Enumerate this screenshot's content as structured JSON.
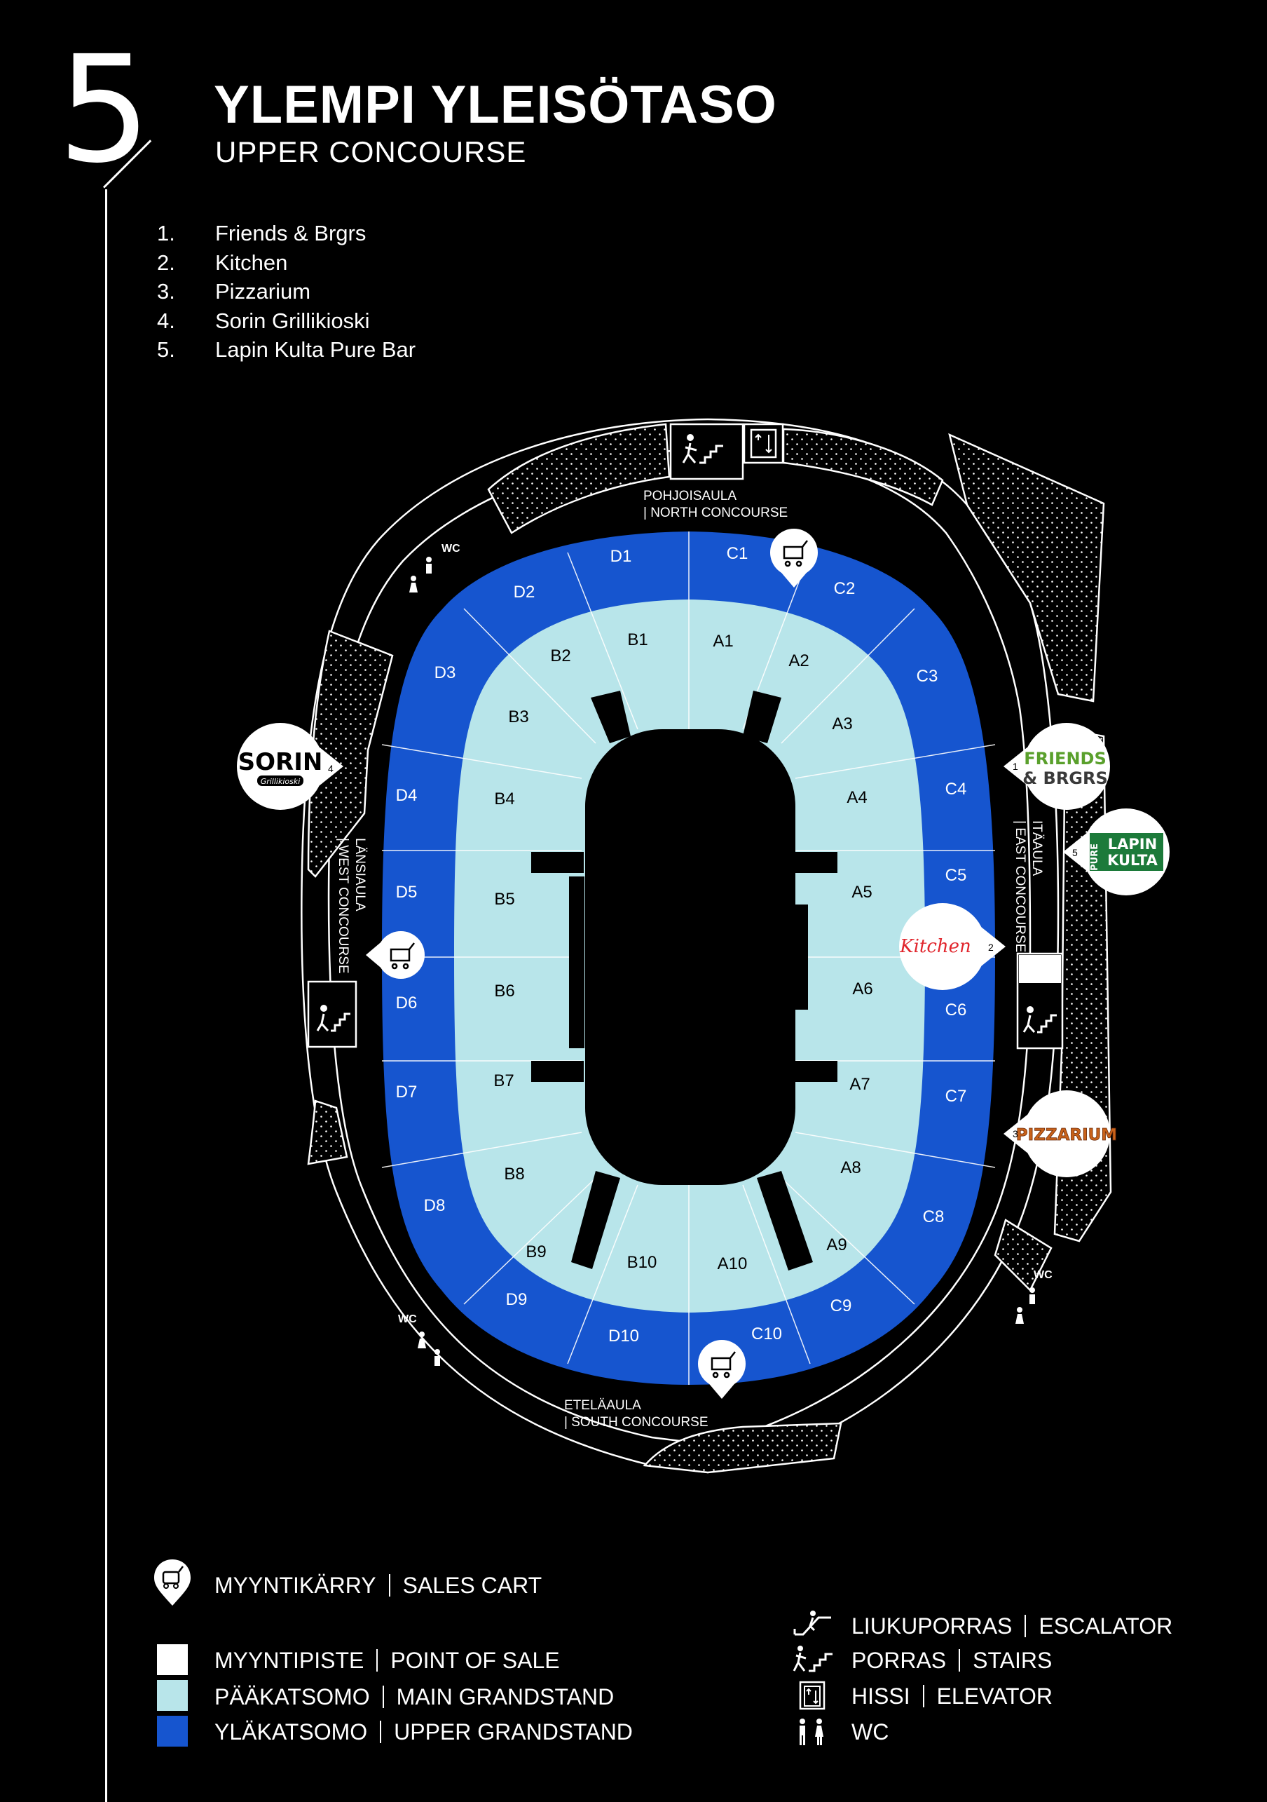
{
  "header": {
    "level_number": "5",
    "title": "YLEMPI YLEISÖTASO",
    "subtitle": "UPPER CONCOURSE"
  },
  "vendors": [
    {
      "num": "1.",
      "name": "Friends & Brgrs"
    },
    {
      "num": "2.",
      "name": "Kitchen"
    },
    {
      "num": "3.",
      "name": "Pizzarium"
    },
    {
      "num": "4.",
      "name": "Sorin Grillikioski"
    },
    {
      "num": "5.",
      "name": "Lapin Kulta Pure Bar"
    }
  ],
  "colors": {
    "background": "#000000",
    "main_grandstand": "#b8e5ea",
    "upper_grandstand": "#1655cf",
    "point_of_sale": "#ffffff"
  },
  "concourses": {
    "north_fi": "POHJOISAULA",
    "north_en": "| NORTH CONCOURSE",
    "south_fi": "ETELÄAULA",
    "south_en": "| SOUTH CONCOURSE",
    "east_fi": "ITÄAULA",
    "east_en": "| EAST CONCOURSE",
    "west_fi": "LÄNSIAULA",
    "west_en": "| WEST CONCOURSE"
  },
  "wc_label": "WC",
  "sections": {
    "inner": [
      "A1",
      "A2",
      "A3",
      "A4",
      "A5",
      "A6",
      "A7",
      "A8",
      "A9",
      "A10",
      "B10",
      "B9",
      "B8",
      "B7",
      "B6",
      "B5",
      "B4",
      "B3",
      "B2",
      "B1"
    ],
    "outer": [
      "C1",
      "C2",
      "C3",
      "C4",
      "C5",
      "C6",
      "C7",
      "C8",
      "C9",
      "C10",
      "D10",
      "D9",
      "D8",
      "D7",
      "D6",
      "D5",
      "D4",
      "D3",
      "D2",
      "D1"
    ]
  },
  "vendor_badges": {
    "sorin_line1": "SORIN",
    "sorin_line2": "Grillikioski",
    "sorin_num": "4",
    "friends_line1": "FRIENDS",
    "friends_line2": "& BRGRS",
    "friends_num": "1",
    "lapin_side": "PURE",
    "lapin_line1": "LAPIN",
    "lapin_line2": "KULTA",
    "lapin_num": "5",
    "kitchen": "Kitchen",
    "kitchen_num": "2",
    "pizzarium": "PIZZARIUM",
    "pizzarium_num": "3"
  },
  "legend": {
    "sales_cart_fi": "MYYNTIKÄRRY",
    "sales_cart_en": "SALES CART",
    "pos_fi": "MYYNTIPISTE",
    "pos_en": "POINT OF SALE",
    "main_fi": "PÄÄKATSOMO",
    "main_en": "MAIN GRANDSTAND",
    "upper_fi": "YLÄKATSOMO",
    "upper_en": "UPPER GRANDSTAND",
    "escalator_fi": "LIUKUPORRAS",
    "escalator_en": "ESCALATOR",
    "stairs_fi": "PORRAS",
    "stairs_en": "STAIRS",
    "elevator_fi": "HISSI",
    "elevator_en": "ELEVATOR",
    "wc": "WC"
  }
}
